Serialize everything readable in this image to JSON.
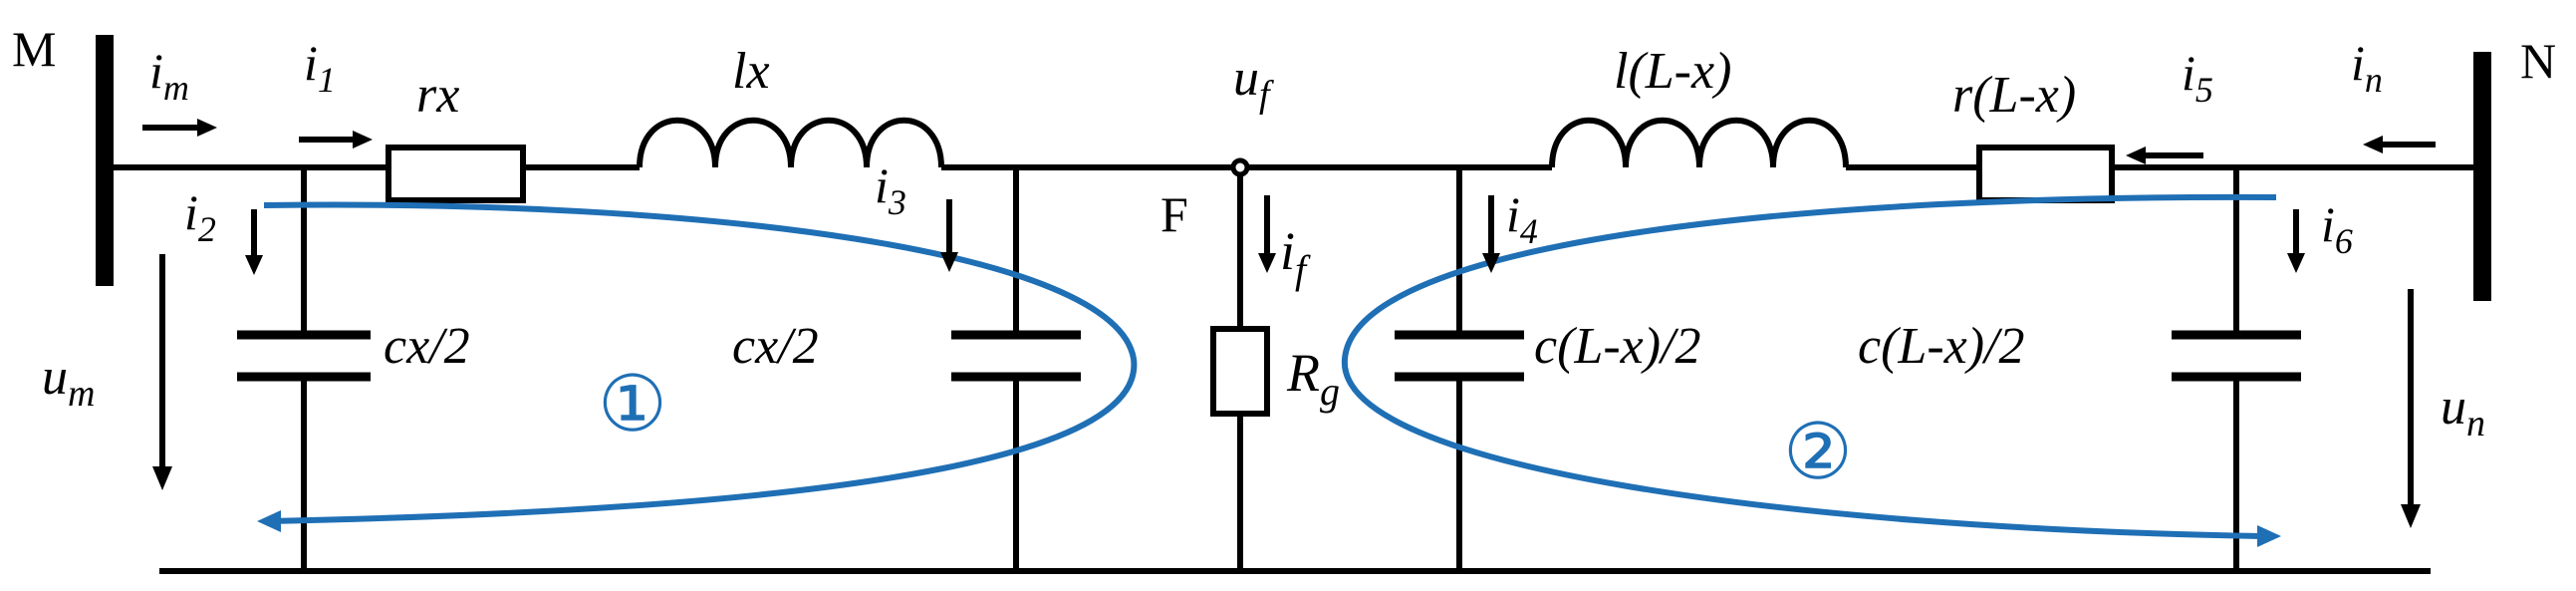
{
  "buses": {
    "left": {
      "name": "M",
      "current": "i",
      "current_sub": "m",
      "voltage": "u",
      "voltage_sub": "m"
    },
    "right": {
      "name": "N",
      "current": "i",
      "current_sub": "n",
      "voltage": "u",
      "voltage_sub": "n"
    }
  },
  "currents": {
    "i1": {
      "main": "i",
      "sub": "1"
    },
    "i2": {
      "main": "i",
      "sub": "2"
    },
    "i3": {
      "main": "i",
      "sub": "3"
    },
    "i4": {
      "main": "i",
      "sub": "4"
    },
    "i5": {
      "main": "i",
      "sub": "5"
    },
    "i6": {
      "main": "i",
      "sub": "6"
    },
    "if": {
      "main": "i",
      "sub": "f"
    }
  },
  "elements": {
    "r_left": "rx",
    "l_left": "lx",
    "c_left_1": "cx/2",
    "c_left_2": "cx/2",
    "l_right": "l(L-x)",
    "r_right": "r(L-x)",
    "c_right_1": "c(L-x)/2",
    "c_right_2": "c(L-x)/2",
    "fault_resistor": {
      "main": "R",
      "sub": "g"
    }
  },
  "fault": {
    "point": "F",
    "voltage": "u",
    "voltage_sub": "f"
  },
  "loops": {
    "loop1": "①",
    "loop2": "②"
  },
  "colors": {
    "loop": "#1f6fb5",
    "wire": "#000000"
  }
}
